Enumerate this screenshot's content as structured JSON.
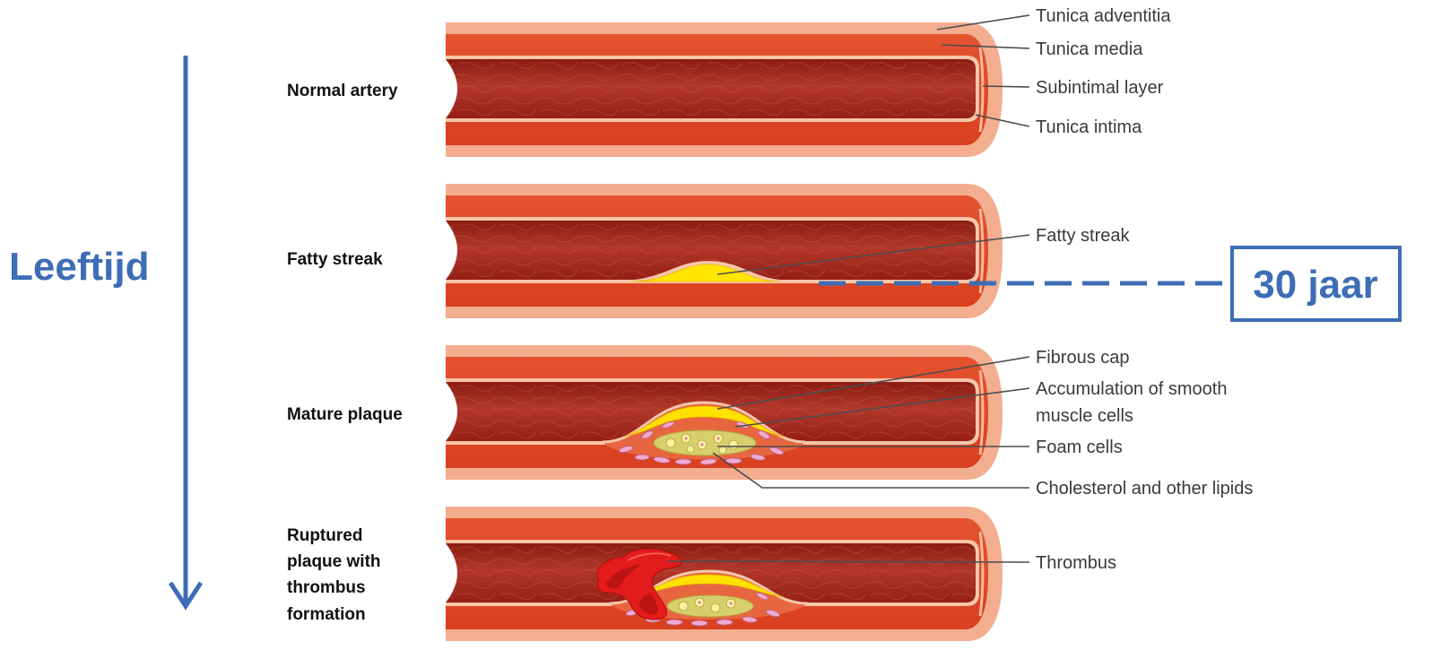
{
  "axis_label": "Leeftijd",
  "age_marker": "30 jaar",
  "stages": {
    "normal": "Normal artery",
    "fatty": "Fatty streak",
    "mature": "Mature plaque",
    "ruptured": [
      "Ruptured",
      "plaque with",
      "thrombus",
      "formation"
    ]
  },
  "annotations": {
    "tunica_adventitia": "Tunica adventitia",
    "tunica_media": "Tunica media",
    "subintimal_layer": "Subintimal layer",
    "tunica_intima": "Tunica intima",
    "fatty_streak": "Fatty streak",
    "fibrous_cap": "Fibrous cap",
    "accumulation": [
      "Accumulation of smooth",
      "muscle cells"
    ],
    "foam_cells": "Foam cells",
    "cholesterol": "Cholesterol and other lipids",
    "thrombus": "Thrombus"
  },
  "colors": {
    "accent": "#3d6db5",
    "adventitia": "#f3ae90",
    "media": "#e2492a",
    "lumen": "#a52b1d",
    "plaque_cap": "#ffe100",
    "thrombus": "#e41b1b"
  }
}
